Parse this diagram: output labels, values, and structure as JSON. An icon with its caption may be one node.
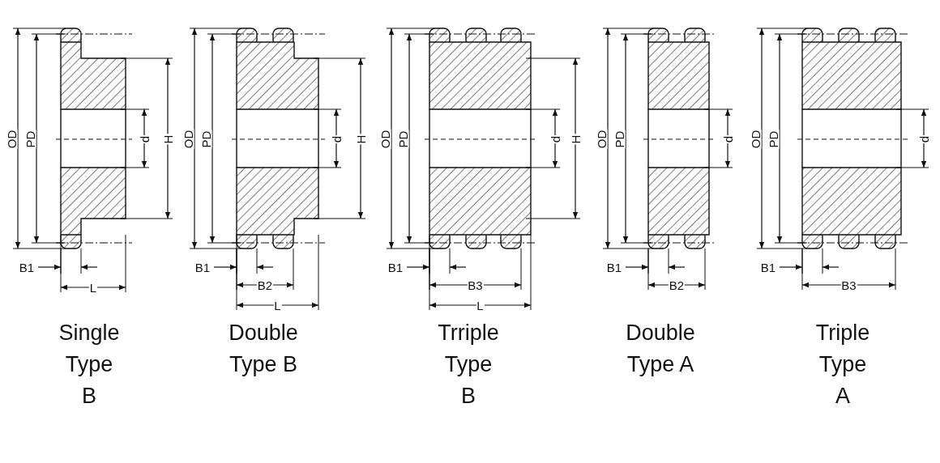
{
  "diagram": {
    "labels": [
      "OD",
      "PD",
      "d",
      "H",
      "B1",
      "L",
      "Single Type B",
      "OD",
      "PD",
      "d",
      "H",
      "B1",
      "B2",
      "L",
      "Double Type B",
      "OD",
      "PD",
      "d",
      "H",
      "B1",
      "B3",
      "L",
      "Trriple Type B",
      "OD",
      "PD",
      "d",
      "B1",
      "B2",
      "Double Type A",
      "OD",
      "PD",
      "d",
      "B1",
      "B3",
      "Triple Type A"
    ]
  }
}
